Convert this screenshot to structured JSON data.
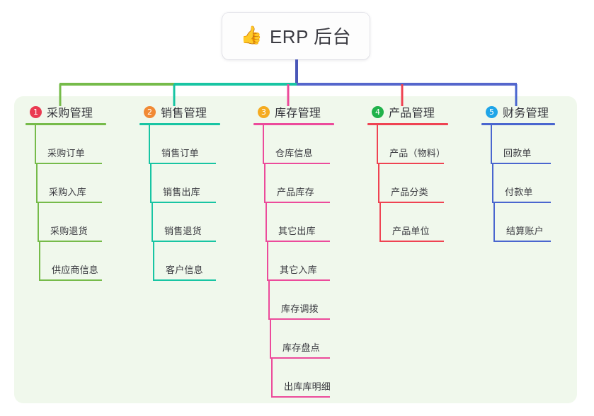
{
  "root": {
    "icon": "thumbs-up-emoji",
    "emoji": "👍",
    "title": "ERP 后台"
  },
  "colors": {
    "board_background": "#f0f8ec",
    "page_background": "#ffffff",
    "root_stem": "#4a57b8",
    "bus_segment_1": "#76bb4a",
    "bus_segment_2": "#18c5a3",
    "bus_segment_3": "#5566cc",
    "bus_segment_4": "#5566cc"
  },
  "columns": [
    {
      "number": "1",
      "title": "采购管理",
      "badge_color": "#ea3b52",
      "line_color": "#76bb4a",
      "items": [
        {
          "label": "采购订单"
        },
        {
          "label": "采购入库"
        },
        {
          "label": "采购退货"
        },
        {
          "label": "供应商信息"
        }
      ]
    },
    {
      "number": "2",
      "title": "销售管理",
      "badge_color": "#f18a35",
      "line_color": "#18c5a3",
      "items": [
        {
          "label": "销售订单"
        },
        {
          "label": "销售出库"
        },
        {
          "label": "销售退货"
        },
        {
          "label": "客户信息"
        }
      ]
    },
    {
      "number": "3",
      "title": "库存管理",
      "badge_color": "#f5ab20",
      "line_color": "#ec4b9b",
      "items": [
        {
          "label": "仓库信息"
        },
        {
          "label": "产品库存"
        },
        {
          "label": "其它出库"
        },
        {
          "label": "其它入库"
        },
        {
          "label": "库存调拨"
        },
        {
          "label": "库存盘点"
        },
        {
          "label": "出库库明细"
        }
      ]
    },
    {
      "number": "4",
      "title": "产品管理",
      "badge_color": "#21b24b",
      "line_color": "#ef4352",
      "items": [
        {
          "label": "产品（物料）"
        },
        {
          "label": "产品分类"
        },
        {
          "label": "产品单位"
        }
      ]
    },
    {
      "number": "5",
      "title": "财务管理",
      "badge_color": "#1fa5e8",
      "line_color": "#4a66cf",
      "items": [
        {
          "label": "回款单"
        },
        {
          "label": "付款单"
        },
        {
          "label": "结算账户"
        }
      ]
    }
  ]
}
